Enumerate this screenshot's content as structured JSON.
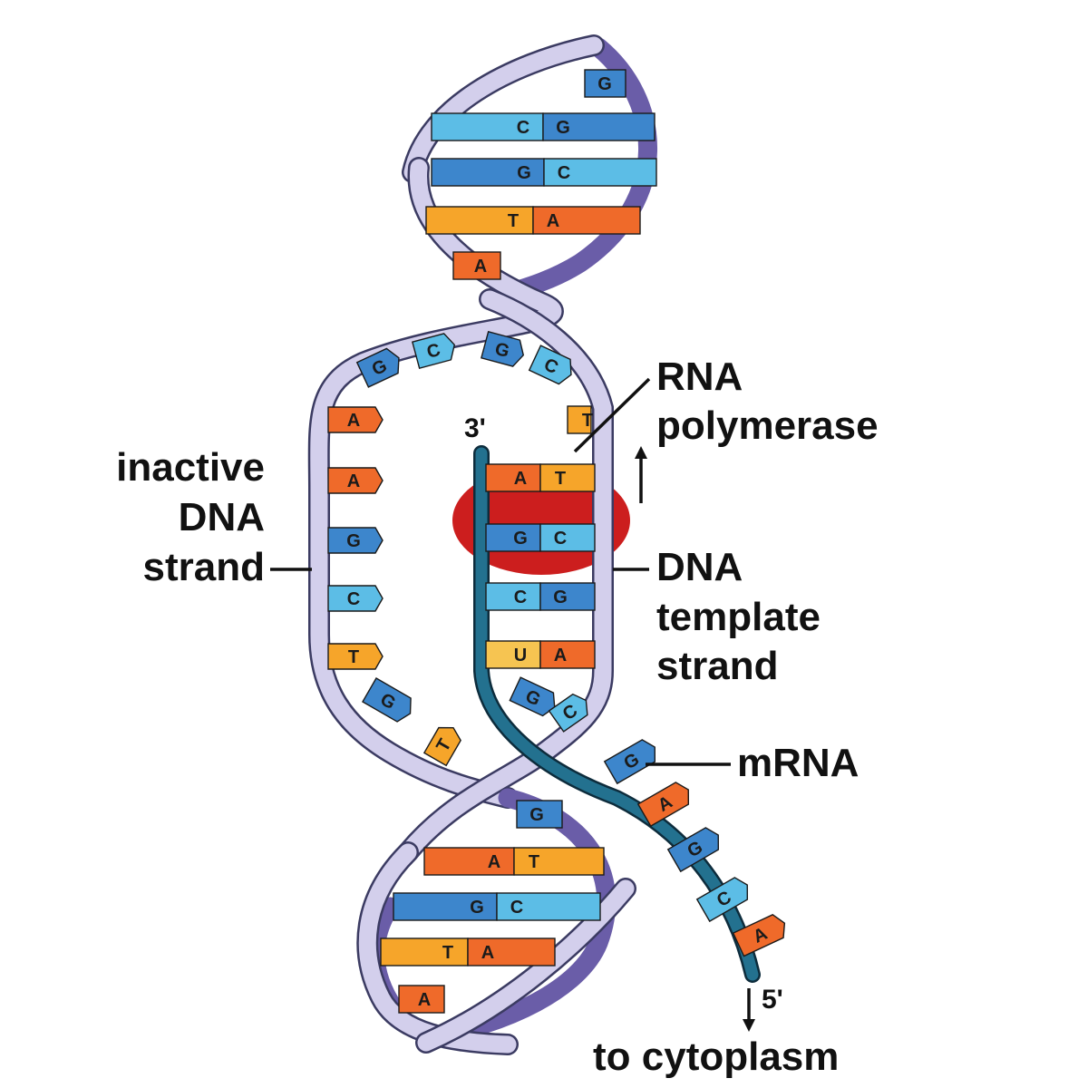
{
  "labels": {
    "inactive_strand": [
      "inactive",
      "DNA",
      "strand"
    ],
    "rna_polymerase": [
      "RNA",
      "polymerase"
    ],
    "template_strand": [
      "DNA",
      "template",
      "strand"
    ],
    "mrna": "mRNA",
    "cytoplasm": "to cytoplasm",
    "three_prime": "3'",
    "five_prime": "5'"
  },
  "colors": {
    "A": "#ef6a2a",
    "T": "#f6a52a",
    "G": "#3d86cc",
    "C": "#5cbde6",
    "U": "#f6c451",
    "backbone": "#d3cfec",
    "backbone_dark": "#6a5da8",
    "rna_backbone": "#23718f",
    "polymerase": "#cc1e1e"
  },
  "top_helix_pairs": [
    {
      "left": "",
      "right": "G"
    },
    {
      "left": "C",
      "right": "G"
    },
    {
      "left": "G",
      "right": "C"
    },
    {
      "left": "T",
      "right": "A"
    },
    {
      "left": "A",
      "right": ""
    }
  ],
  "open_top_bases": [
    "G",
    "C",
    "G",
    "C"
  ],
  "inactive_bases": [
    "A",
    "A",
    "G",
    "C",
    "T",
    "G",
    "T"
  ],
  "bubble_pairs": [
    {
      "left": "",
      "right": "T"
    },
    {
      "left": "A",
      "right": "T"
    },
    {
      "left": "G",
      "right": "C"
    },
    {
      "left": "C",
      "right": "G"
    },
    {
      "left": "U",
      "right": "A"
    },
    {
      "left": "G",
      "right": "C"
    }
  ],
  "mrna_bases": [
    "G",
    "A",
    "G",
    "C",
    "A"
  ],
  "bottom_helix_pairs": [
    {
      "left": "",
      "right": "G"
    },
    {
      "left": "A",
      "right": "T"
    },
    {
      "left": "G",
      "right": "C"
    },
    {
      "left": "T",
      "right": "A"
    },
    {
      "left": "A",
      "right": ""
    }
  ]
}
